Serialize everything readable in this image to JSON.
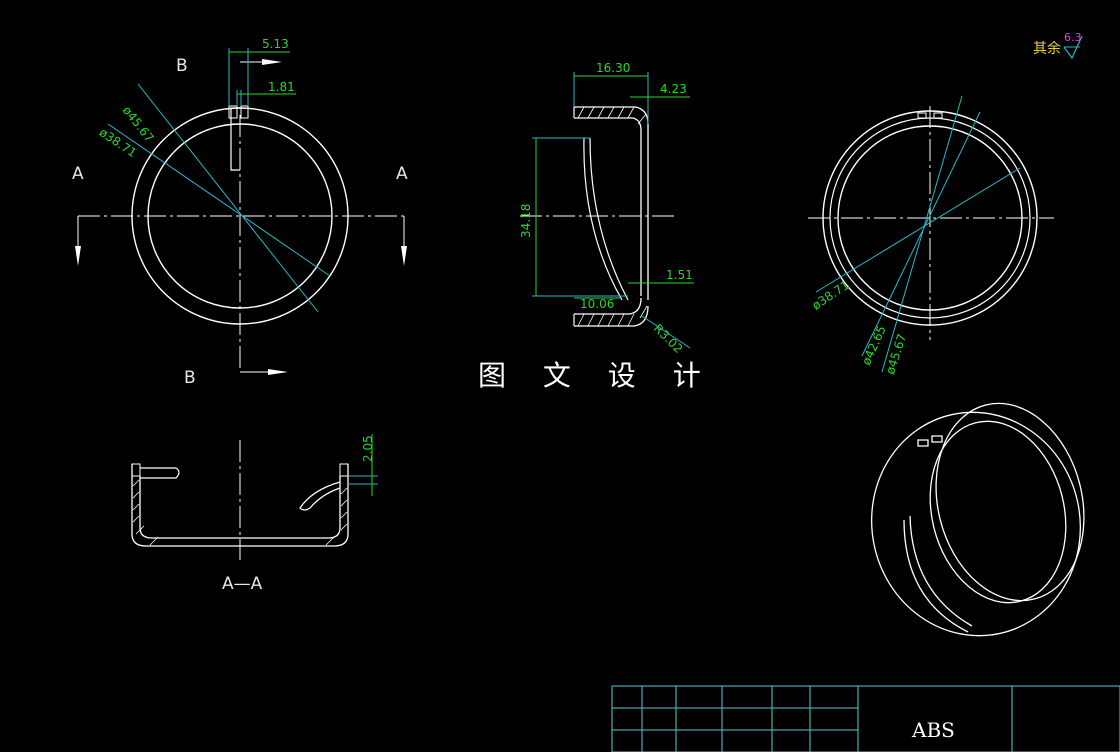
{
  "drawing": {
    "title": "图 文 设 计",
    "material": "ABS",
    "roughness": {
      "label": "其余",
      "value": "6.3"
    },
    "section_labels": {
      "a": "A",
      "b": "B",
      "aa": "A—A"
    },
    "dims": {
      "d5_13": "5.13",
      "d1_81": "1.81",
      "phi45_67": "ø45.67",
      "phi38_71": "ø38.71",
      "d16_30": "16.30",
      "d4_23": "4.23",
      "d34_18": "34.18",
      "d1_51": "1.51",
      "d10_06": "10.06",
      "r3_02": "R3.02",
      "d2_05": "2.05",
      "phi42_65": "ø42.65"
    }
  },
  "colors": {
    "background": "#000000",
    "outline": "#ffffff",
    "dimension": "#2bd62b",
    "extension": "#2ab7c8",
    "table": "#5fc6d6"
  }
}
